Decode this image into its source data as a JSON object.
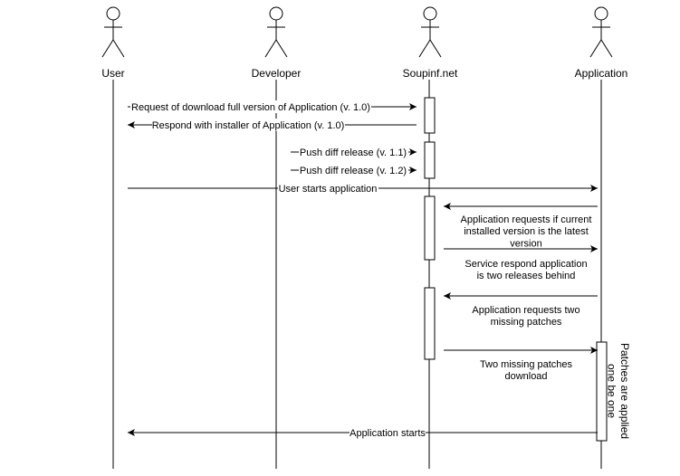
{
  "diagram": {
    "type": "sequence",
    "actors": [
      {
        "id": "user",
        "label": "User"
      },
      {
        "id": "developer",
        "label": "Developer"
      },
      {
        "id": "soupinf",
        "label": "Soupinf.net"
      },
      {
        "id": "application",
        "label": "Application"
      }
    ],
    "messages": [
      {
        "from": "user",
        "to": "soupinf",
        "label": "Request of download full version of Application (v. 1.0)"
      },
      {
        "from": "soupinf",
        "to": "user",
        "label": "Respond with installer of Application (v. 1.0)"
      },
      {
        "from": "developer",
        "to": "soupinf",
        "label": "Push diff release (v. 1.1)"
      },
      {
        "from": "developer",
        "to": "soupinf",
        "label": "Push diff release (v. 1.2)"
      },
      {
        "from": "user",
        "to": "application",
        "label": "User starts application"
      },
      {
        "from": "application",
        "to": "soupinf",
        "label": "Application requests if current installed version is the latest version"
      },
      {
        "from": "soupinf",
        "to": "application",
        "label": "Service respond application is two releases behind"
      },
      {
        "from": "application",
        "to": "soupinf",
        "label": "Application requests two missing patches"
      },
      {
        "from": "soupinf",
        "to": "application",
        "label": "Two missing patches download"
      },
      {
        "from": "application",
        "to": "user",
        "label": "Application starts"
      }
    ],
    "notes": [
      {
        "actor": "application",
        "label": "Patches are applied one be one"
      }
    ]
  }
}
